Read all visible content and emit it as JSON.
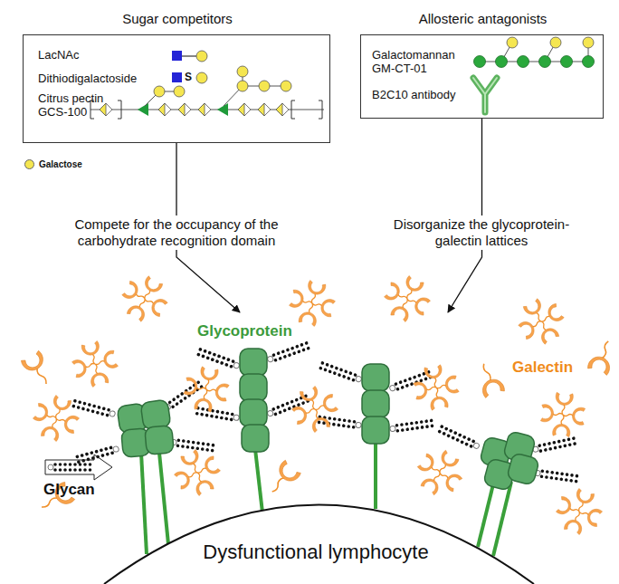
{
  "diagram": {
    "nodes": [
      {
        "text": [
          "Sugar competitors",
          "LacNAc",
          "Dithiodigalactoside",
          "Citrus pectin GCS-100"
        ]
      },
      {
        "text": [
          "Allosteric antagonists",
          "Galactomannan GM-CT-01",
          "B2C10 antibody"
        ]
      },
      {
        "text": [
          "Dysfunctional lymphocyte"
        ]
      }
    ],
    "edges": [
      {
        "from": 0,
        "to": 2,
        "arrow": "to",
        "label": "Compete for the occupancy of the carbohydrate recognition domain"
      },
      {
        "from": 1,
        "to": 2,
        "arrow": "to",
        "label": "Disorganize the glycoprotein-galectin lattices"
      }
    ],
    "labels": [
      "S",
      "Glycoprotein",
      "Galectin",
      "Glycan"
    ],
    "legend": [
      {
        "text": "Galactose",
        "color": "#f5e650"
      }
    ]
  }
}
